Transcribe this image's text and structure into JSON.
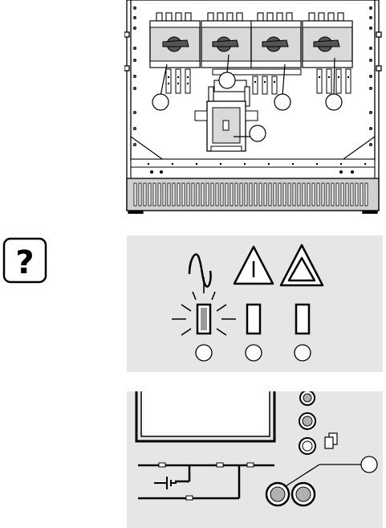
{
  "help": {
    "symbol": "?"
  },
  "cabinet": {
    "switch_callouts": 4,
    "has_main_breaker": true,
    "has_ventilation_grille": true
  },
  "indicators": [
    {
      "symbol": "sine-wave-icon",
      "state": "flashing"
    },
    {
      "symbol": "warning-triangle-icon",
      "state": "off"
    },
    {
      "symbol": "double-warning-triangle-icon",
      "state": "off"
    }
  ],
  "controls": {
    "knobs_column": 3,
    "has_copy_symbol": true,
    "front_buttons": 2
  },
  "colors": {
    "line": "#000000",
    "panel_bg": "#e6e6e6",
    "switch_fill": "#d9d9d9",
    "lamp_lit": "#9a9a9a",
    "knob_fill": "#b0b0b0"
  }
}
